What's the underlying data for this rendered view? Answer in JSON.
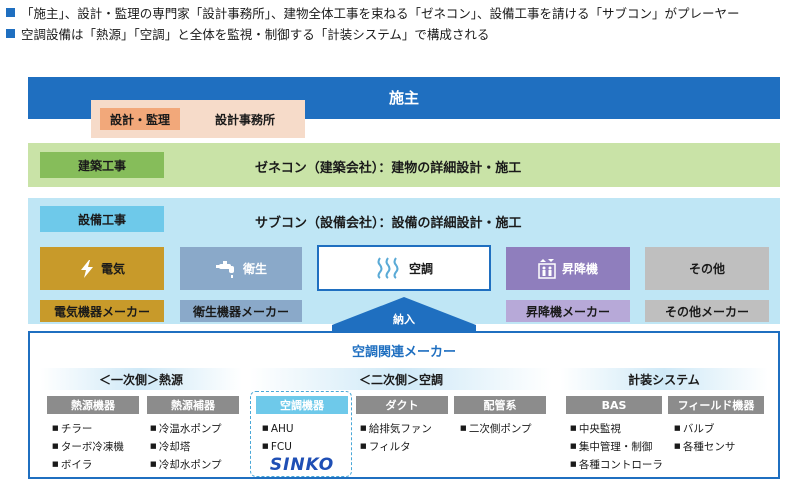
{
  "bullets": [
    "「施主」、設計・監理の専門家「設計事務所」、建物全体工事を束ねる「ゼネコン」、設備工事を請ける「サブコン」がプレーヤー",
    "空調設備は「熱源」「空調」と全体を監視・制御する「計装システム」で構成される"
  ],
  "owner": {
    "title": "施主"
  },
  "design": {
    "tag": "設計・監理",
    "label": "設計事務所"
  },
  "construction": {
    "tag": "建築工事",
    "label": "ゼネコン（建築会社）：建物の詳細設計・施工"
  },
  "equipment": {
    "tag": "設備工事",
    "label": "サブコン（設備会社）：設備の詳細設計・施工"
  },
  "categories": [
    {
      "label": "電気",
      "maker": "電気機器メーカー",
      "icon": "lightning-icon"
    },
    {
      "label": "衛生",
      "maker": "衛生機器メーカー",
      "icon": "faucet-icon"
    },
    {
      "label": "空調",
      "icon": "heat-waves-icon"
    },
    {
      "label": "昇降機",
      "maker": "昇降機メーカー",
      "icon": "elevator-icon"
    },
    {
      "label": "その他",
      "maker": "その他メーカー"
    }
  ],
  "delivery_label": "納入",
  "hvac_makers": {
    "title": "空調関連メーカー",
    "groups": [
      {
        "title": "＜一次側＞熱源",
        "subs": [
          {
            "label": "熱源機器",
            "items": [
              "チラー",
              "ターボ冷凍機",
              "ボイラ"
            ]
          },
          {
            "label": "熱源補器",
            "items": [
              "冷温水ポンプ",
              "冷却塔",
              "冷却水ポンプ"
            ]
          }
        ]
      },
      {
        "title": "＜二次側＞空調",
        "subs": [
          {
            "label": "空調機器",
            "items": [
              "AHU",
              "FCU"
            ]
          },
          {
            "label": "ダクト",
            "items": [
              "給排気ファン",
              "フィルタ"
            ]
          },
          {
            "label": "配管系",
            "items": [
              "二次側ポンプ"
            ]
          }
        ]
      },
      {
        "title": "計装システム",
        "subs": [
          {
            "label": "BAS",
            "items": [
              "中央監視",
              "集中管理・制御",
              "各種コントローラ"
            ]
          },
          {
            "label": "フィールド機器",
            "items": [
              "バルブ",
              "各種センサ"
            ]
          }
        ]
      }
    ],
    "logo": "SINKO"
  },
  "colors": {
    "owner_blue": "#1f6fc0",
    "green": "#c9e3a7",
    "light_blue": "#bfe6f5",
    "electric": "#c89a2a",
    "sanitary": "#8aa9c9",
    "elevator": "#8f7ebd",
    "other": "#bfbfbf"
  }
}
